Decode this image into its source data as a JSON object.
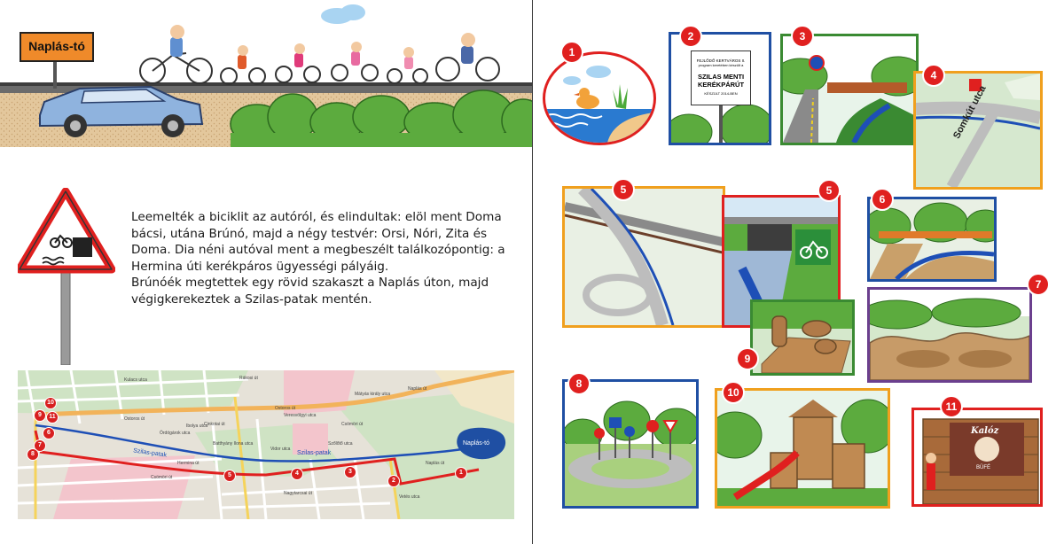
{
  "left_page": {
    "place_sign": "Naplás-tó",
    "story_paragraphs": [
      "Leemelték a biciklit az autóról, és elindultak: elöl ment Doma bácsi, utána Brúnó, majd a négy testvér: Orsi, Nóri, Zita és Doma. Dia néni autóval ment a megbeszélt találkozópontig: a Hermina úti kerékpáros ügyességi pályáig.",
      "Brúnóék megtettek egy rövid szakaszt a Naplás úton, majd végigkerekeztek a Szilas-patak mentén."
    ],
    "warning_sign": "riverbank-warning-sign",
    "map": {
      "lake_label": "Naplás-tó",
      "creek_labels": [
        "Szilas-patak",
        "Szilas-patak"
      ],
      "street_labels": [
        "Ostoros út",
        "Ostoros út",
        "Veresvölgyi utca",
        "Ibolya utca",
        "Ördögárok utca",
        "Naplás út",
        "Naplás út",
        "Csömöri út",
        "Szőlőtő utca",
        "Vidor utca",
        "Nagytarcsai út",
        "Hermina út",
        "Cinkotai út",
        "Csömöri út",
        "Batthyány Ilona utca",
        "Vetés utca",
        "Mátyás király utca",
        "Rákosi út",
        "Kulacs utca"
      ],
      "markers": [
        "1",
        "2",
        "3",
        "4",
        "5",
        "6",
        "7",
        "8",
        "9",
        "10",
        "11"
      ]
    }
  },
  "right_page": {
    "panels": [
      {
        "number": "1",
        "desc": "bird-by-water"
      },
      {
        "number": "2",
        "sign_lines": [
          "FEJLŐDŐ KERTVÁROS II.",
          "program keretében készült a",
          "SZILAS MENTI",
          "KERÉKPÁRÚT",
          "KÉSZÜLT 2014-BEN"
        ]
      },
      {
        "number": "3",
        "desc": "bridge-over-creek"
      },
      {
        "number": "4",
        "street": "Somkút utca"
      },
      {
        "number": "5",
        "desc": "highway-interchange"
      },
      {
        "number": "5",
        "desc": "underpass-bike-sign"
      },
      {
        "number": "6",
        "desc": "orange-bridge"
      },
      {
        "number": "7",
        "desc": "pump-track"
      },
      {
        "number": "8",
        "desc": "traffic-park"
      },
      {
        "number": "9",
        "desc": "wooden-sculptures"
      },
      {
        "number": "10",
        "desc": "wooden-playground"
      },
      {
        "number": "11",
        "kiosk_sign": "Kalóz",
        "kiosk_sub": "BÜFÉ"
      }
    ]
  },
  "colors": {
    "badge_red": "#e0201f",
    "frame_red": "#e0201f",
    "frame_blue": "#1f4fa3",
    "frame_green": "#3a8a32",
    "frame_orange": "#f0a01e",
    "frame_purple": "#6b3f8e",
    "sign_orange": "#ef8a2a"
  }
}
